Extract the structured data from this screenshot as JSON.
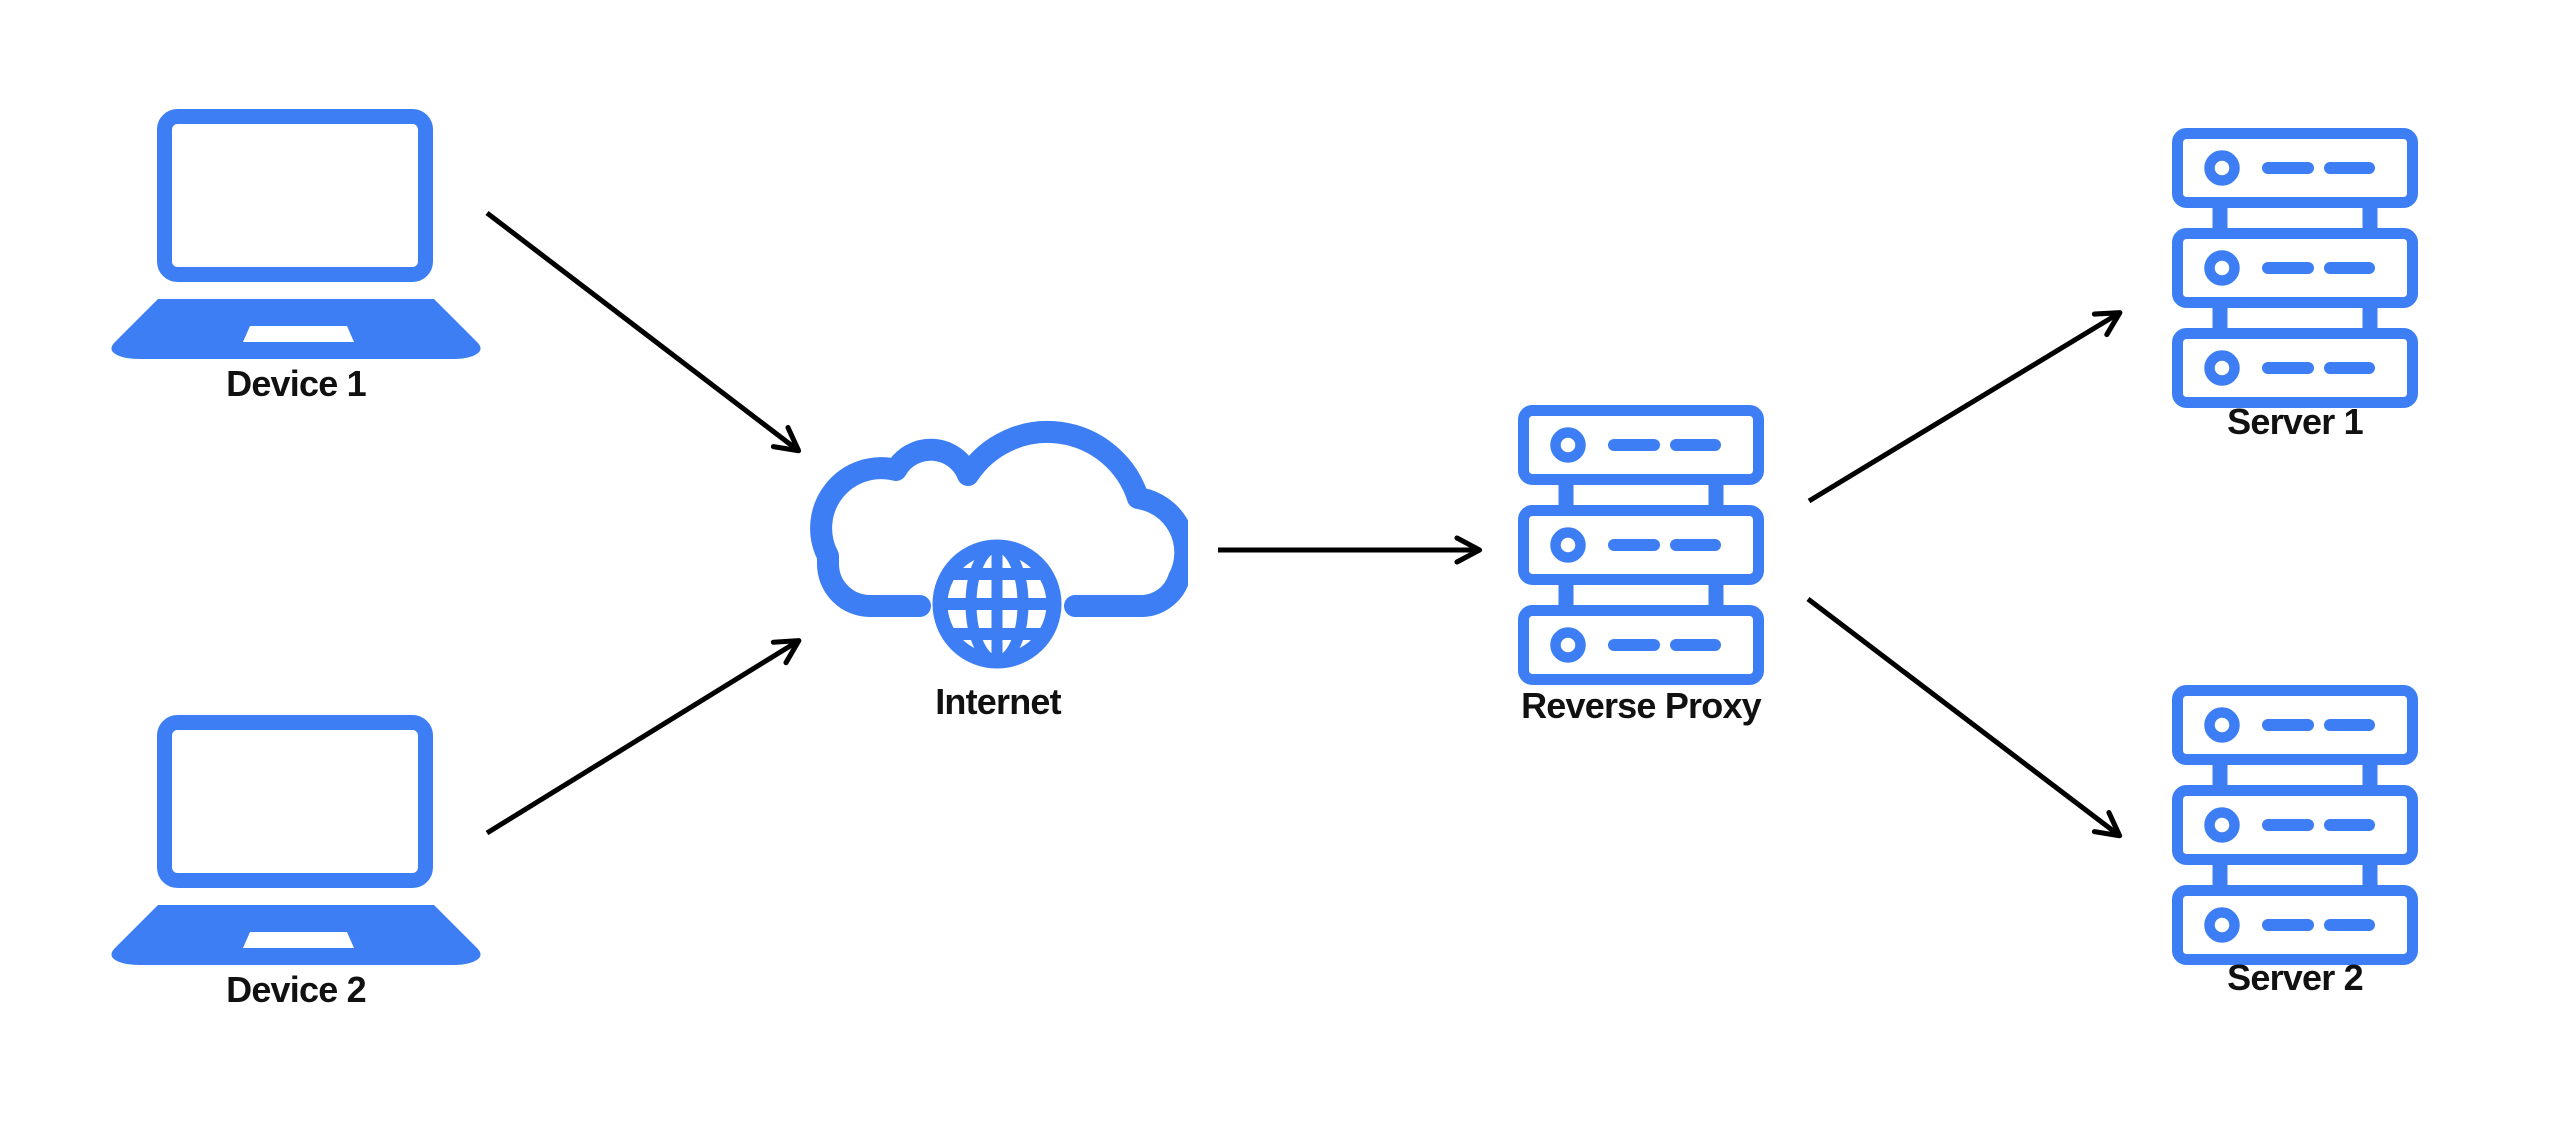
{
  "diagram": {
    "type": "network-architecture-diagram",
    "colors": {
      "accent": "#3d7ef5",
      "arrow": "#000000",
      "label": "#111111",
      "background": "#ffffff"
    },
    "nodes": [
      {
        "id": "device-1",
        "label": "Device 1",
        "icon": "laptop-icon"
      },
      {
        "id": "device-2",
        "label": "Device 2",
        "icon": "laptop-icon"
      },
      {
        "id": "internet",
        "label": "Internet",
        "icon": "cloud-globe-icon"
      },
      {
        "id": "reverse-proxy",
        "label": "Reverse Proxy",
        "icon": "server-stack-icon"
      },
      {
        "id": "server-1",
        "label": "Server 1",
        "icon": "server-stack-icon"
      },
      {
        "id": "server-2",
        "label": "Server 2",
        "icon": "server-stack-icon"
      }
    ],
    "edges": [
      {
        "from": "device-1",
        "to": "internet"
      },
      {
        "from": "device-2",
        "to": "internet"
      },
      {
        "from": "internet",
        "to": "reverse-proxy"
      },
      {
        "from": "reverse-proxy",
        "to": "server-1"
      },
      {
        "from": "reverse-proxy",
        "to": "server-2"
      }
    ]
  }
}
